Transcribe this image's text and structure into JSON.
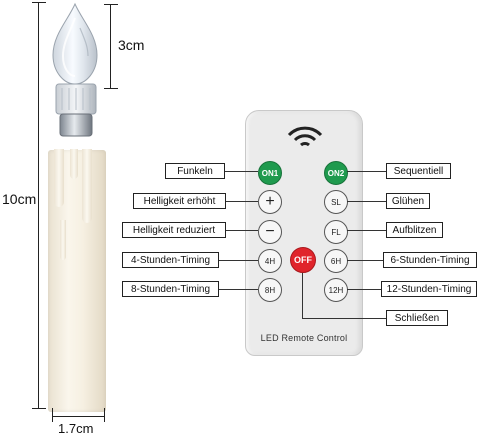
{
  "dimensions": {
    "bulb_height": "3cm",
    "candle_height": "10cm",
    "candle_width": "1.7cm"
  },
  "remote": {
    "brand_label": "LED Remote Control",
    "buttons": {
      "on1": "ON1",
      "on2": "ON2",
      "plus": "+",
      "sl": "SL",
      "minus": "−",
      "fl": "FL",
      "h4": "4H",
      "off": "OFF",
      "h6": "6H",
      "h8": "8H",
      "h12": "12H"
    }
  },
  "labels": {
    "left": {
      "funkeln": "Funkeln",
      "helligkeit_erhoeht": "Helligkeit erhöht",
      "helligkeit_reduziert": "Helligkeit reduziert",
      "timing_4": "4-Stunden-Timing",
      "timing_8": "8-Stunden-Timing"
    },
    "right": {
      "sequentiell": "Sequentiell",
      "gluehen": "Glühen",
      "aufblitzen": "Aufblitzen",
      "timing_6": "6-Stunden-Timing",
      "timing_12": "12-Stunden-Timing",
      "schliessen": "Schließen"
    }
  },
  "colors": {
    "on_button": "#1f9a4e",
    "off_button": "#e0242b",
    "candle": "#f6f0e2"
  }
}
